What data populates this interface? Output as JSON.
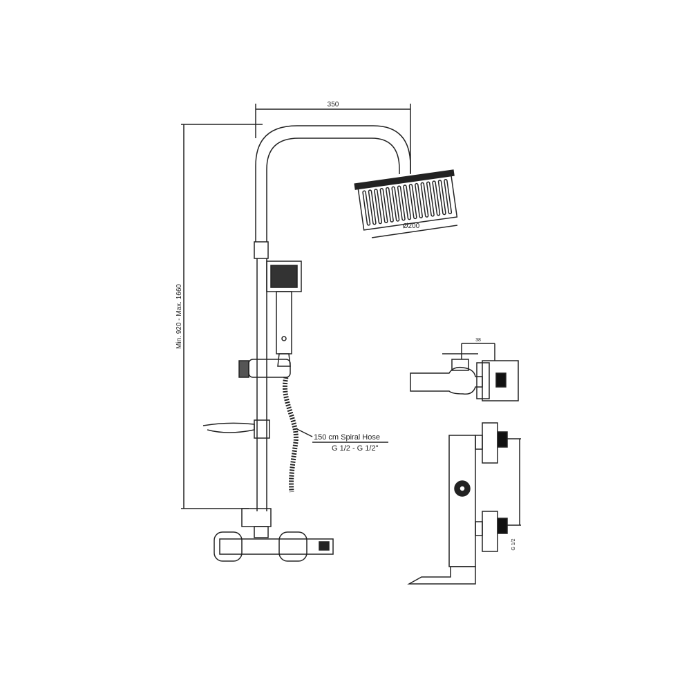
{
  "dimensions": {
    "width_label": "350",
    "height_label": "Min. 920 - Max. 1660",
    "head_diameter_label": "Ø200",
    "side_width_label": "38",
    "thread_label": "G 1/2"
  },
  "callout": {
    "line1": "150 cm Spiral Hose",
    "line2": "G 1/2 - G 1/2\""
  },
  "colors": {
    "line": "#222222",
    "background": "#ffffff"
  }
}
